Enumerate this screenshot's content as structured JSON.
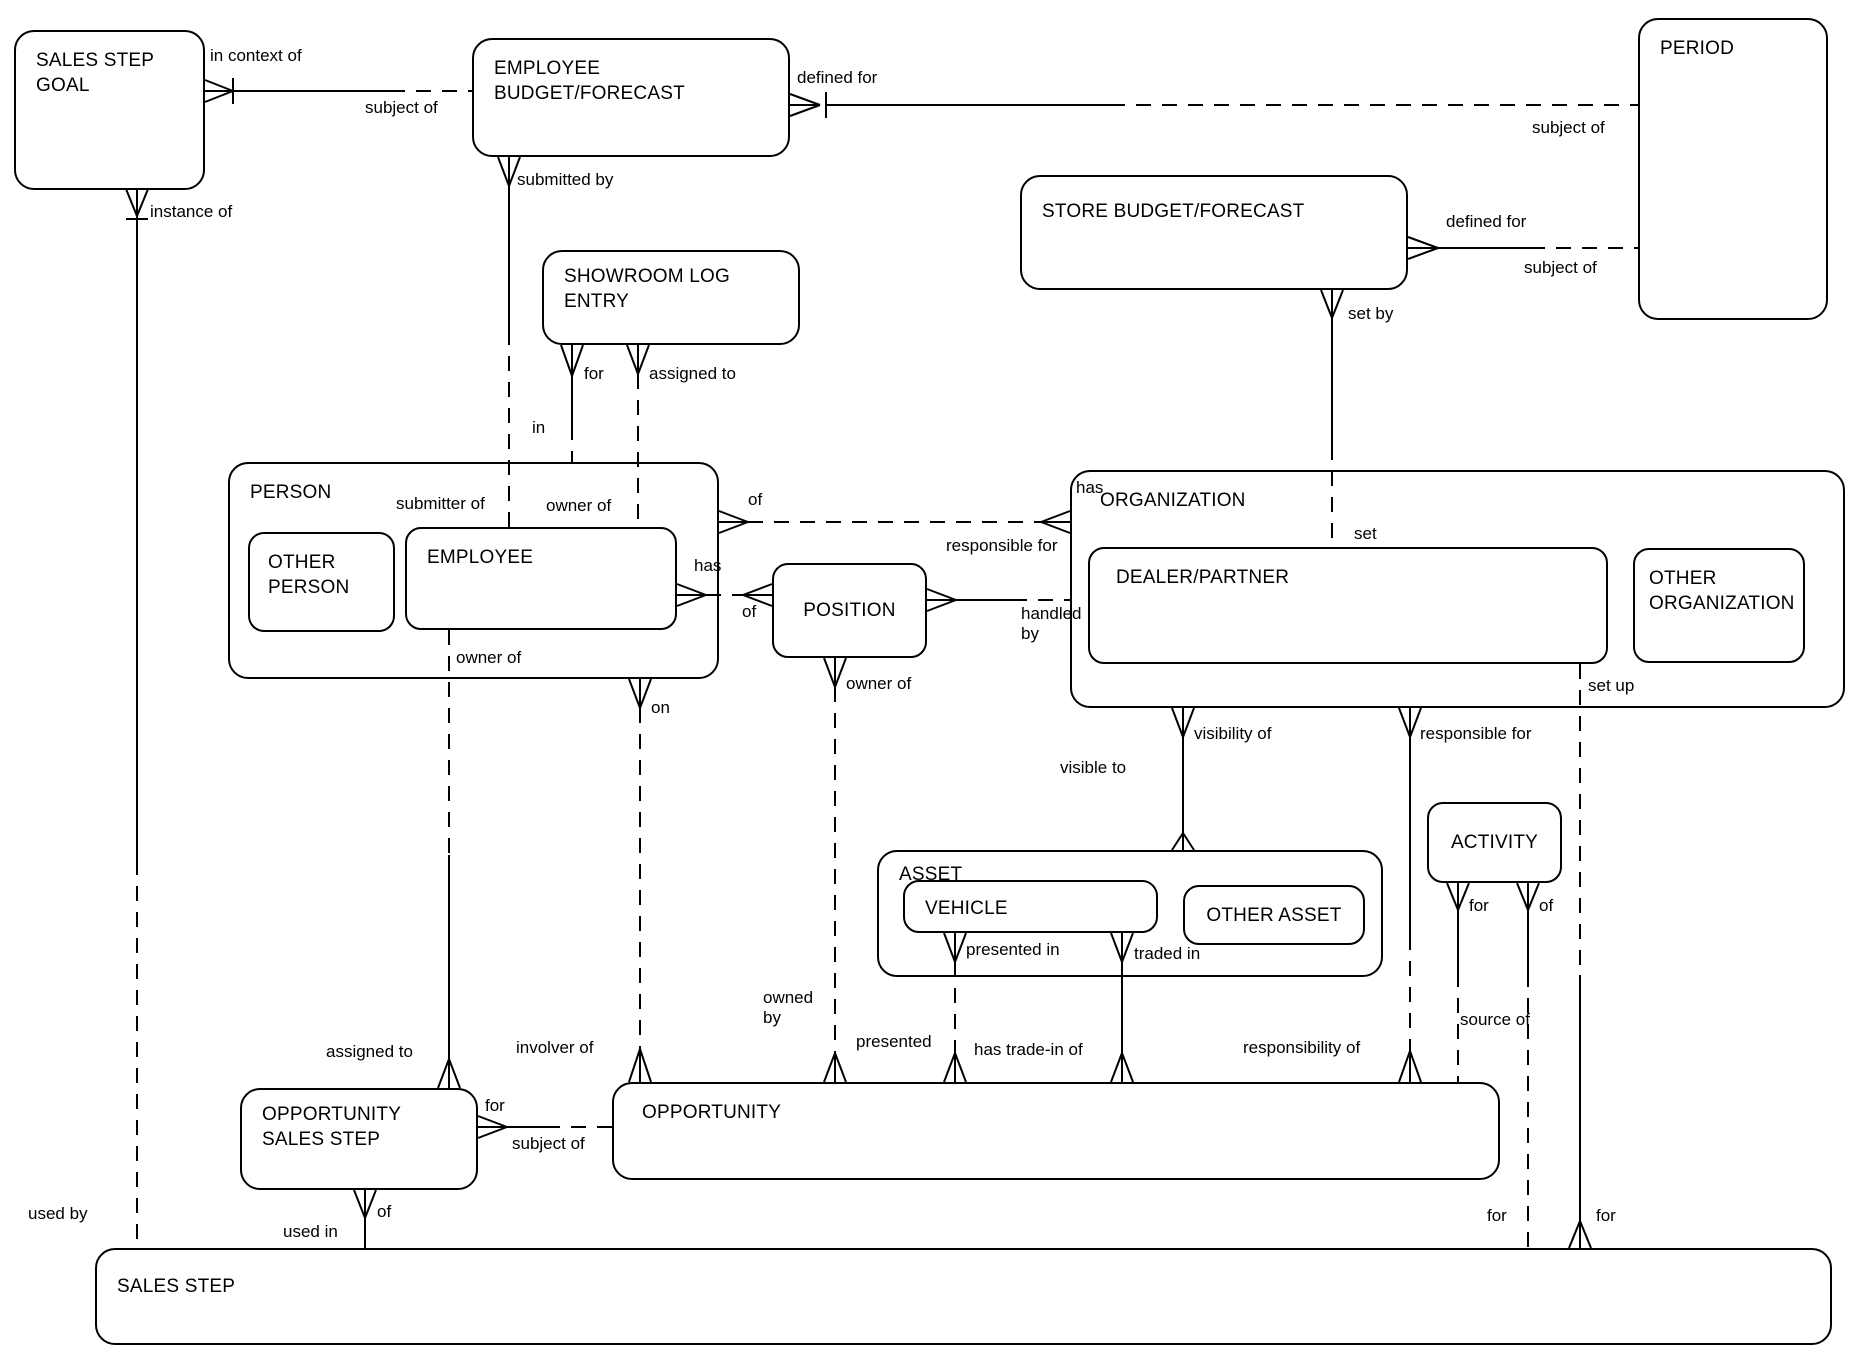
{
  "entities": {
    "sales_step_goal": "SALES STEP GOAL",
    "employee_budget_forecast": "EMPLOYEE BUDGET/FORECAST",
    "period": "PERIOD",
    "store_budget_forecast": "STORE BUDGET/FORECAST",
    "showroom_log_entry": "SHOWROOM LOG ENTRY",
    "person": "PERSON",
    "other_person": "OTHER PERSON",
    "employee": "EMPLOYEE",
    "position": "POSITION",
    "organization": "ORGANIZATION",
    "dealer_partner": "DEALER/PARTNER",
    "other_organization": "OTHER ORGANIZATION",
    "asset": "ASSET",
    "vehicle": "VEHICLE",
    "other_asset": "OTHER ASSET",
    "activity": "ACTIVITY",
    "opportunity_sales_step": "OPPORTUNITY SALES STEP",
    "opportunity": "OPPORTUNITY",
    "sales_step": "SALES STEP"
  },
  "labels": {
    "in_context_of": "in context of",
    "subject_of_ssg": "subject of",
    "defined_for_ebf": "defined for",
    "subject_of_ebf": "subject of",
    "submitted_by": "submitted by",
    "defined_for_store": "defined for",
    "subject_of_store": "subject of",
    "set_by": "set by",
    "for_sle": "for",
    "assigned_to_sle": "assigned to",
    "in_person": "in",
    "submitter_of": "submitter of",
    "owner_of_sle": "owner of",
    "of_person_org": "of",
    "has_org": "has",
    "set_dp": "set",
    "has_emp": "has",
    "of_emp": "of",
    "responsible_for_pos": "responsible for",
    "handled_by": "handled by",
    "owner_of_pos": "owner of",
    "on_person": "on",
    "owner_of_emp": "owner of",
    "visibility_of": "visibility of",
    "responsible_for_org": "responsible for",
    "set_up": "set up",
    "visible_to": "visible to",
    "for_act": "for",
    "of_act": "of",
    "presented_in": "presented in",
    "traded_in": "traded in",
    "source_of": "source of",
    "owned_by": "owned by",
    "presented_opp": "presented",
    "has_trade_in_of": "has trade-in of",
    "involver_of": "involver of",
    "responsibility_of": "responsibility of",
    "assigned_to_oss": "assigned to",
    "for_oss": "for",
    "subject_of_oss": "subject of",
    "of_oss": "of",
    "used_in": "used in",
    "used_by": "used by",
    "for_act_ss": "for",
    "for_dp_ss": "for",
    "instance_of": "instance of"
  }
}
